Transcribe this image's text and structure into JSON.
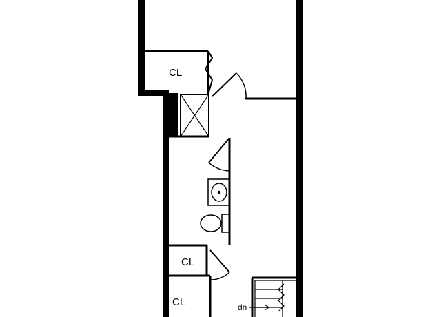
{
  "rooms": [
    {
      "id": "closet-upper",
      "label": "CL"
    },
    {
      "id": "closet-middle",
      "label": "CL"
    },
    {
      "id": "closet-lower",
      "label": "CL"
    }
  ],
  "stairs": {
    "direction_label": "dn"
  },
  "fixtures": [
    "shower",
    "sink",
    "toilet"
  ],
  "colors": {
    "wall": "#000000",
    "background": "#ffffff"
  }
}
